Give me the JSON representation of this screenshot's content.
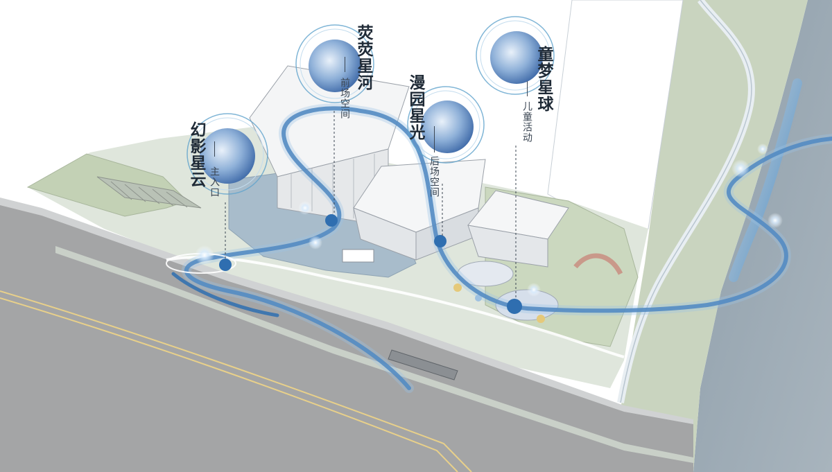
{
  "callouts": [
    {
      "id": "huanying",
      "title": "幻影星云",
      "subtitle": "主入口"
    },
    {
      "id": "yingying",
      "title": "荧荧星河",
      "subtitle": "前场空间"
    },
    {
      "id": "manyuan",
      "title": "漫园星光",
      "subtitle": "后场空间"
    },
    {
      "id": "tongmeng",
      "title": "童梦星球",
      "subtitle": "儿童活动"
    }
  ],
  "colors": {
    "route": "#2f6eb0",
    "route_light": "#8fb8dc",
    "bubble": "#4f7fb9",
    "water": "#8fa8b6",
    "road": "#a6a6a6",
    "green": "#b7c7a5"
  }
}
